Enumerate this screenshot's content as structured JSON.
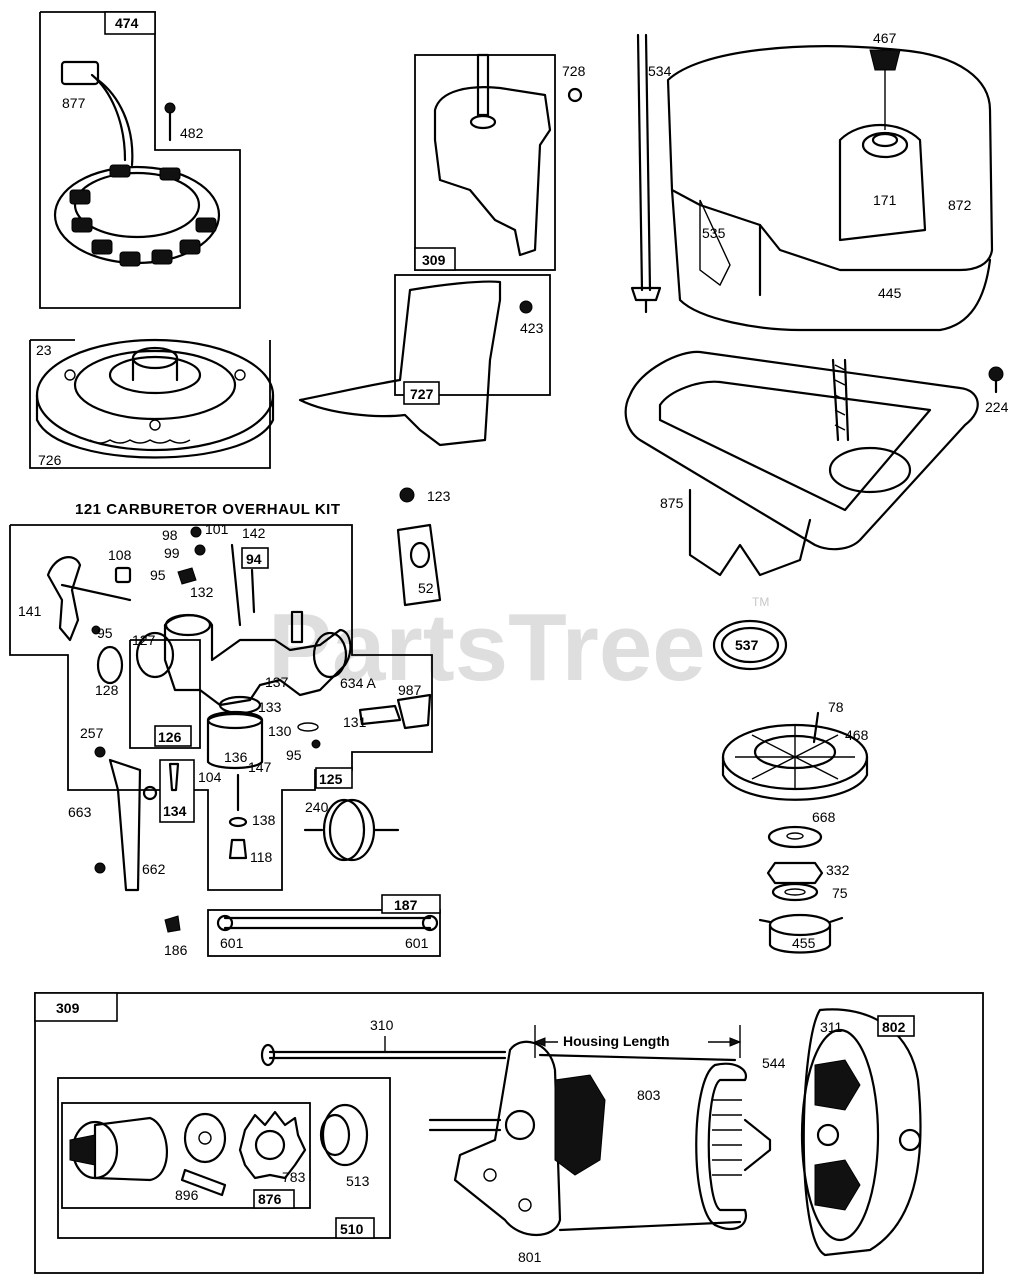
{
  "watermark": {
    "text": "PartsTree",
    "tm": "TM"
  },
  "kit_title": "121 CARBURETOR OVERHAUL KIT",
  "housing_length": "Housing Length",
  "callouts": [
    {
      "id": "c474",
      "text": "474"
    },
    {
      "id": "c877",
      "text": "877"
    },
    {
      "id": "c482",
      "text": "482"
    },
    {
      "id": "c728",
      "text": "728"
    },
    {
      "id": "c309a",
      "text": "309"
    },
    {
      "id": "c534",
      "text": "534"
    },
    {
      "id": "c467",
      "text": "467"
    },
    {
      "id": "c171",
      "text": "171"
    },
    {
      "id": "c872",
      "text": "872"
    },
    {
      "id": "c535",
      "text": "535"
    },
    {
      "id": "c445",
      "text": "445"
    },
    {
      "id": "c423",
      "text": "423"
    },
    {
      "id": "c727",
      "text": "727"
    },
    {
      "id": "c23",
      "text": "23"
    },
    {
      "id": "c726",
      "text": "726"
    },
    {
      "id": "c224",
      "text": "224"
    },
    {
      "id": "c875",
      "text": "875"
    },
    {
      "id": "c123",
      "text": "123"
    },
    {
      "id": "c98",
      "text": "98"
    },
    {
      "id": "c101",
      "text": "101"
    },
    {
      "id": "c142",
      "text": "142"
    },
    {
      "id": "c99",
      "text": "99"
    },
    {
      "id": "c94",
      "text": "94"
    },
    {
      "id": "c108",
      "text": "108"
    },
    {
      "id": "c95a",
      "text": "95"
    },
    {
      "id": "c132",
      "text": "132"
    },
    {
      "id": "c52",
      "text": "52"
    },
    {
      "id": "c141",
      "text": "141"
    },
    {
      "id": "c95b",
      "text": "95"
    },
    {
      "id": "c127",
      "text": "127"
    },
    {
      "id": "c537",
      "text": "537"
    },
    {
      "id": "c128",
      "text": "128"
    },
    {
      "id": "c137",
      "text": "137"
    },
    {
      "id": "c634a",
      "text": "634 A"
    },
    {
      "id": "c987",
      "text": "987"
    },
    {
      "id": "c257",
      "text": "257"
    },
    {
      "id": "c133",
      "text": "133"
    },
    {
      "id": "c130",
      "text": "130"
    },
    {
      "id": "c131",
      "text": "131"
    },
    {
      "id": "c78",
      "text": "78"
    },
    {
      "id": "c468",
      "text": "468"
    },
    {
      "id": "c126",
      "text": "126"
    },
    {
      "id": "c136",
      "text": "136"
    },
    {
      "id": "c95c",
      "text": "95"
    },
    {
      "id": "c104",
      "text": "104"
    },
    {
      "id": "c125",
      "text": "125"
    },
    {
      "id": "c663",
      "text": "663"
    },
    {
      "id": "c134",
      "text": "134"
    },
    {
      "id": "c147",
      "text": "147"
    },
    {
      "id": "c240",
      "text": "240"
    },
    {
      "id": "c668",
      "text": "668"
    },
    {
      "id": "c138",
      "text": "138"
    },
    {
      "id": "c332",
      "text": "332"
    },
    {
      "id": "c662",
      "text": "662"
    },
    {
      "id": "c118",
      "text": "118"
    },
    {
      "id": "c75",
      "text": "75"
    },
    {
      "id": "c187",
      "text": "187"
    },
    {
      "id": "c455",
      "text": "455"
    },
    {
      "id": "c186",
      "text": "186"
    },
    {
      "id": "c601a",
      "text": "601"
    },
    {
      "id": "c601b",
      "text": "601"
    },
    {
      "id": "c309b",
      "text": "309"
    },
    {
      "id": "c310",
      "text": "310"
    },
    {
      "id": "c311",
      "text": "311"
    },
    {
      "id": "c802",
      "text": "802"
    },
    {
      "id": "c544",
      "text": "544"
    },
    {
      "id": "c803",
      "text": "803"
    },
    {
      "id": "c783",
      "text": "783"
    },
    {
      "id": "c513",
      "text": "513"
    },
    {
      "id": "c896",
      "text": "896"
    },
    {
      "id": "c876",
      "text": "876"
    },
    {
      "id": "c510",
      "text": "510"
    },
    {
      "id": "c801",
      "text": "801"
    }
  ]
}
